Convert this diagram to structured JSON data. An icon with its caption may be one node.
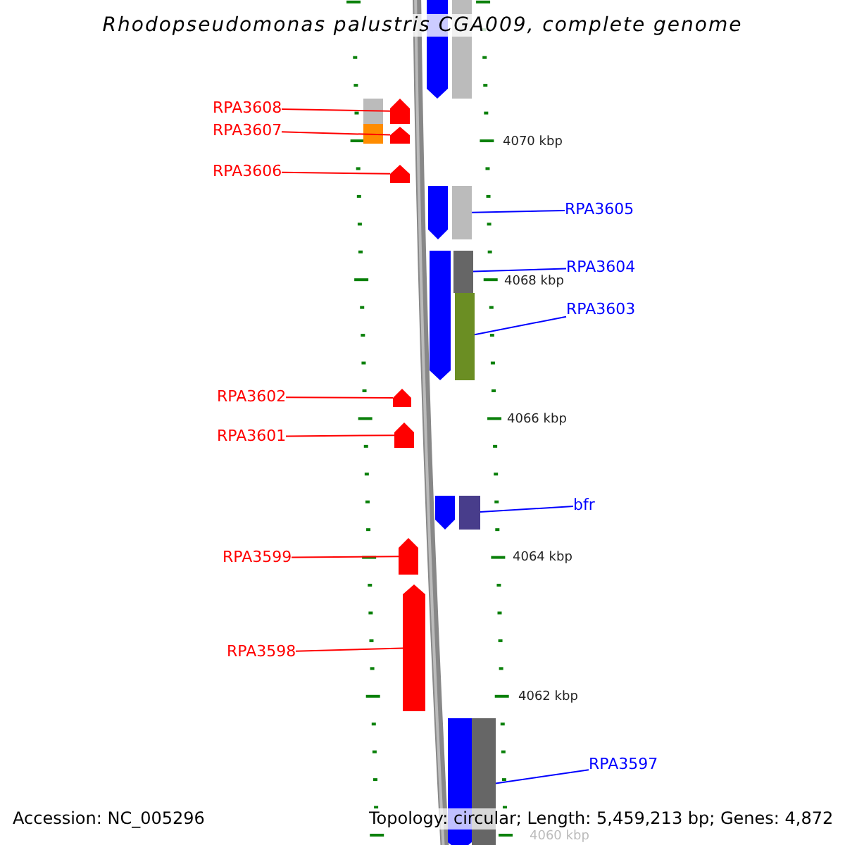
{
  "diagram": {
    "title": "Rhodopseudomonas palustris CGA009, complete genome",
    "nodes": [
      {
        "text": [
          "RPA3608"
        ]
      },
      {
        "text": [],
        "shape": "pentagon"
      },
      {
        "text": [
          "RPA3607"
        ]
      },
      {
        "text": [],
        "shape": "pentagon"
      },
      {
        "text": [
          "RPA3606"
        ]
      },
      {
        "text": [],
        "shape": "pentagon"
      },
      {
        "text": [
          "RPA3605"
        ]
      },
      {
        "text": [],
        "shape": "bar"
      },
      {
        "text": [
          "RPA3604"
        ]
      },
      {
        "text": [],
        "shape": "bar"
      },
      {
        "text": [
          "RPA3603"
        ]
      },
      {
        "text": [],
        "shape": "bar"
      },
      {
        "text": [
          "RPA3602"
        ]
      },
      {
        "text": [],
        "shape": "pentagon"
      },
      {
        "text": [
          "RPA3601"
        ]
      },
      {
        "text": [],
        "shape": "pentagon"
      },
      {
        "text": [
          "bfr"
        ]
      },
      {
        "text": [],
        "shape": "bar"
      },
      {
        "text": [
          "RPA3599"
        ]
      },
      {
        "text": [],
        "shape": "pentagon"
      },
      {
        "text": [
          "RPA3598"
        ]
      },
      {
        "text": [],
        "shape": "pentagon"
      },
      {
        "text": [
          "RPA3597"
        ]
      },
      {
        "text": [],
        "shape": "bar"
      }
    ],
    "edges": [
      {
        "from": 0,
        "to": 1,
        "arrow": "none"
      },
      {
        "from": 2,
        "to": 3,
        "arrow": "none"
      },
      {
        "from": 4,
        "to": 5,
        "arrow": "none"
      },
      {
        "from": 6,
        "to": 7,
        "arrow": "none",
        "color": "#0000ff"
      },
      {
        "from": 8,
        "to": 9,
        "arrow": "none",
        "color": "#0000ff"
      },
      {
        "from": 10,
        "to": 11,
        "arrow": "none",
        "color": "#0000ff"
      },
      {
        "from": 12,
        "to": 13,
        "arrow": "none"
      },
      {
        "from": 14,
        "to": 15,
        "arrow": "none"
      },
      {
        "from": 16,
        "to": 17,
        "arrow": "none",
        "color": "#0000ff"
      },
      {
        "from": 18,
        "to": 19,
        "arrow": "none"
      },
      {
        "from": 20,
        "to": 21,
        "arrow": "none"
      },
      {
        "from": 22,
        "to": 23,
        "arrow": "none",
        "color": "#0000ff"
      }
    ],
    "labels": [
      "4070 kbp",
      "4068 kbp",
      "4066 kbp",
      "4064 kbp",
      "4062 kbp",
      "Accession: NC_005296",
      "Topology: circular; Length: 5,459,213 bp; Genes: 4,872",
      "4060 kbp"
    ]
  }
}
